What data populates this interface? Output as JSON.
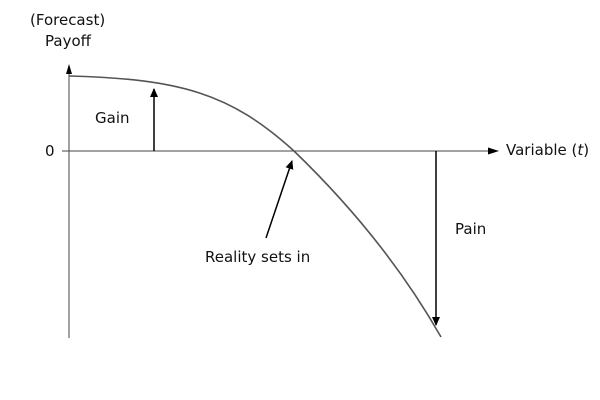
{
  "y_axis": {
    "label_line1": "(Forecast)",
    "label_line2": "Payoff",
    "zero_tick": "0"
  },
  "x_axis": {
    "label_prefix": "Variable (",
    "label_var": "t",
    "label_suffix": ")"
  },
  "annotations": {
    "gain": "Gain",
    "reality": "Reality sets in",
    "pain": "Pain"
  },
  "colors": {
    "curve": "#555555",
    "axis": "#444444",
    "arrow": "#000000",
    "text": "#111111"
  }
}
